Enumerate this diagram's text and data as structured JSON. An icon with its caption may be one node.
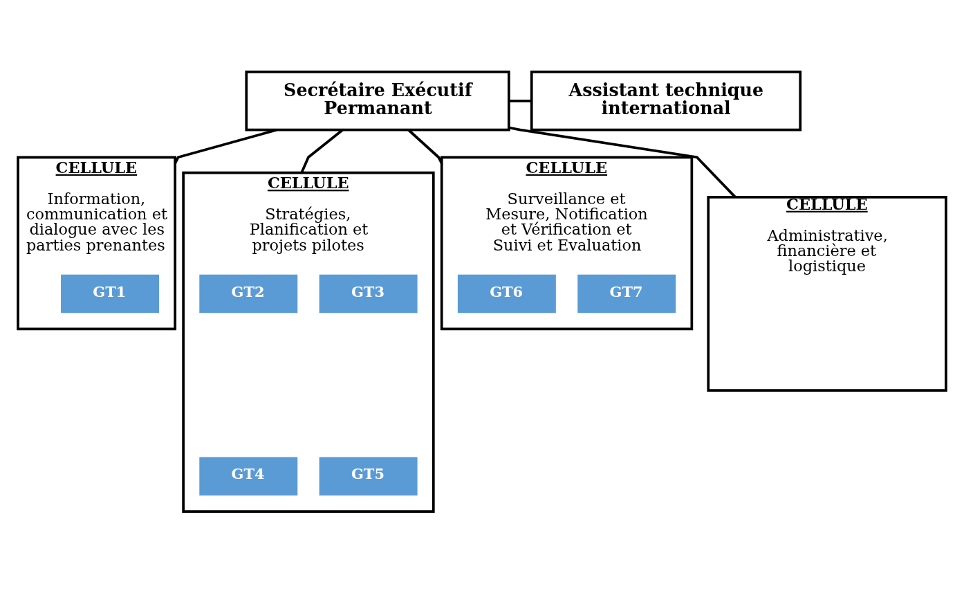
{
  "diagram": {
    "nodes": [
      {
        "text": [
          "Secrétaire Exécutif Permanant"
        ]
      },
      {
        "text": [
          "Assistant technique international"
        ]
      },
      {
        "text": [
          "CELLULE",
          "Information, communication et dialogue avec les parties prenantes"
        ]
      },
      {
        "text": [
          "GT1"
        ],
        "in": 2
      },
      {
        "text": [
          "CELLULE",
          "Stratégies, Planification et projets pilotes"
        ]
      },
      {
        "text": [
          "GT2"
        ],
        "in": 4
      },
      {
        "text": [
          "GT3"
        ],
        "in": 4
      },
      {
        "text": [
          "GT4"
        ],
        "in": 4
      },
      {
        "text": [
          "GT5"
        ],
        "in": 4
      },
      {
        "text": [
          "CELLULE",
          "Surveillance et Mesure, Notification et Vérification et Suivi et Evaluation"
        ]
      },
      {
        "text": [
          "GT6"
        ],
        "in": 9
      },
      {
        "text": [
          "GT7"
        ],
        "in": 9
      },
      {
        "text": [
          "CELLULE",
          "Administrative, financière et logistique"
        ]
      }
    ],
    "edges": [
      {
        "from": 0,
        "to": 1,
        "arrow": "none"
      },
      {
        "from": 0,
        "to": 2,
        "arrow": "none"
      },
      {
        "from": 0,
        "to": 4,
        "arrow": "none"
      },
      {
        "from": 0,
        "to": 9,
        "arrow": "none"
      },
      {
        "from": 0,
        "to": 12,
        "arrow": "none"
      }
    ]
  }
}
